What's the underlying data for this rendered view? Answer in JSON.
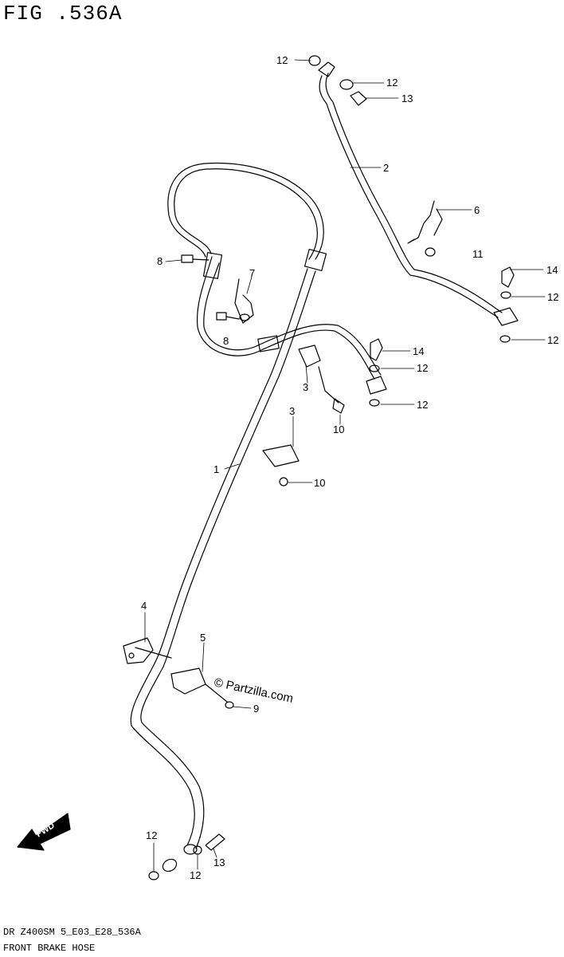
{
  "title": "FIG .536A",
  "footer": {
    "code": "DR Z400SM 5_E03_E28_536A",
    "name": "FRONT BRAKE HOSE"
  },
  "watermark": "© Partzilla.com",
  "fwd_label": "FWD",
  "callouts": [
    "12",
    "12",
    "13",
    "2",
    "6",
    "11",
    "14",
    "12",
    "12",
    "8",
    "7",
    "8",
    "14",
    "12",
    "12",
    "3",
    "10",
    "3",
    "10",
    "1",
    "4",
    "5",
    "9",
    "12",
    "12",
    "13"
  ]
}
